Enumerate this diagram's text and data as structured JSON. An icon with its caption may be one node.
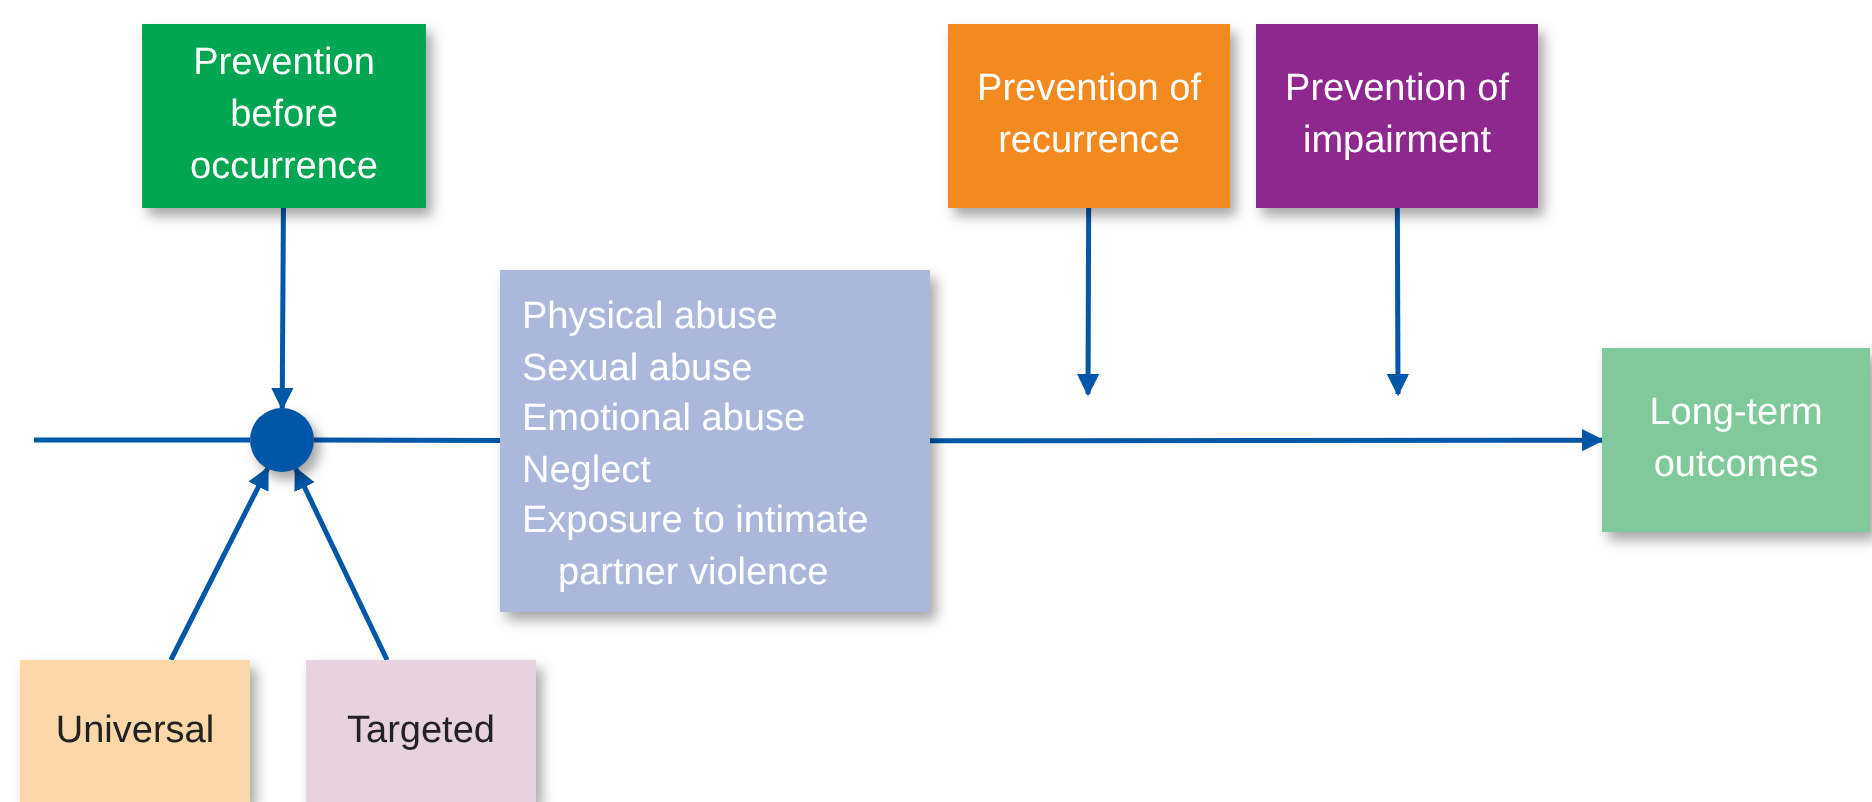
{
  "diagram": {
    "nodes": [
      {
        "text": [
          "Prevention before occurrence"
        ]
      },
      {
        "text": [
          "Prevention of recurrence"
        ]
      },
      {
        "text": [
          "Prevention of impairment"
        ]
      },
      {
        "text": [],
        "shape": "circle"
      },
      {
        "text": [
          "Physical abuse",
          "Sexual abuse",
          "Emotional abuse",
          "Neglect",
          "Exposure to intimate partner violence"
        ]
      },
      {
        "text": [
          "Long-term outcomes"
        ]
      },
      {
        "text": [
          "Universal"
        ]
      },
      {
        "text": [
          "Targeted"
        ]
      }
    ],
    "edges": [
      {
        "from": null,
        "to": 3,
        "arrow": "none"
      },
      {
        "from": 0,
        "to": 3,
        "arrow": "to"
      },
      {
        "from": 6,
        "to": 3,
        "arrow": "to"
      },
      {
        "from": 7,
        "to": 3,
        "arrow": "to"
      },
      {
        "from": 3,
        "to": 4,
        "arrow": "none"
      },
      {
        "from": 4,
        "to": 5,
        "arrow": "to"
      },
      {
        "from": 1,
        "to": null,
        "arrow": "to"
      },
      {
        "from": 2,
        "to": null,
        "arrow": "to"
      }
    ]
  }
}
